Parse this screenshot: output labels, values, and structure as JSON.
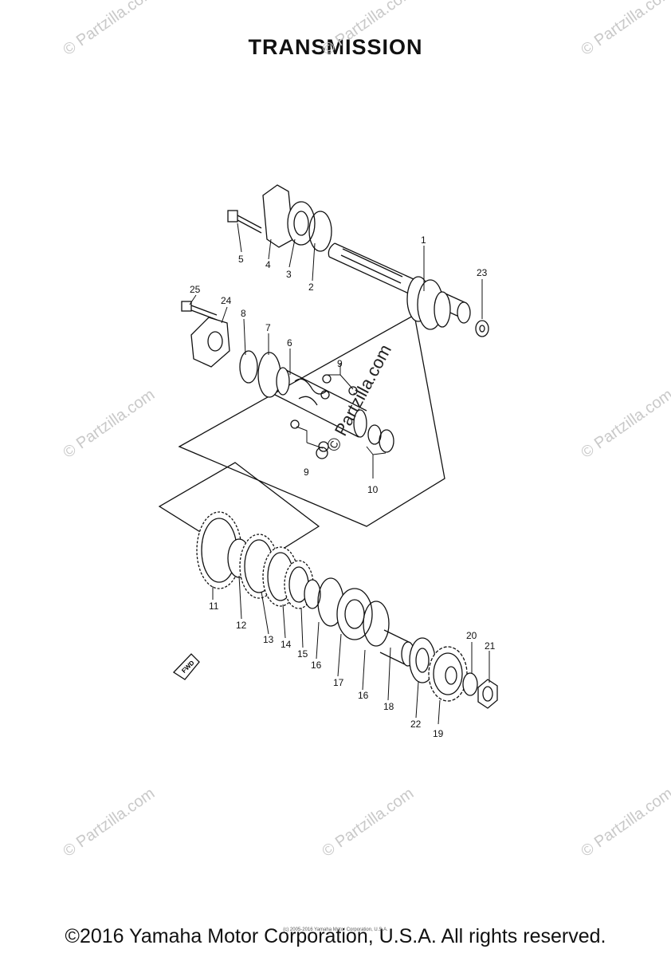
{
  "title": "TRANSMISSION",
  "footer": "©2016 Yamaha Motor Corporation, U.S.A. All rights reserved.",
  "tiny_footer": "(c) 2005-2016 Yamaha Motor Corporation, U.S.A.",
  "watermark": "© Partzilla.com",
  "center_watermark": "© Partzilla.com",
  "direction_label": "FWD",
  "callouts": [
    "1",
    "2",
    "3",
    "4",
    "5",
    "6",
    "7",
    "8",
    "9",
    "9",
    "10",
    "11",
    "12",
    "13",
    "14",
    "15",
    "16",
    "16",
    "17",
    "18",
    "19",
    "20",
    "21",
    "22",
    "23",
    "24",
    "25"
  ]
}
